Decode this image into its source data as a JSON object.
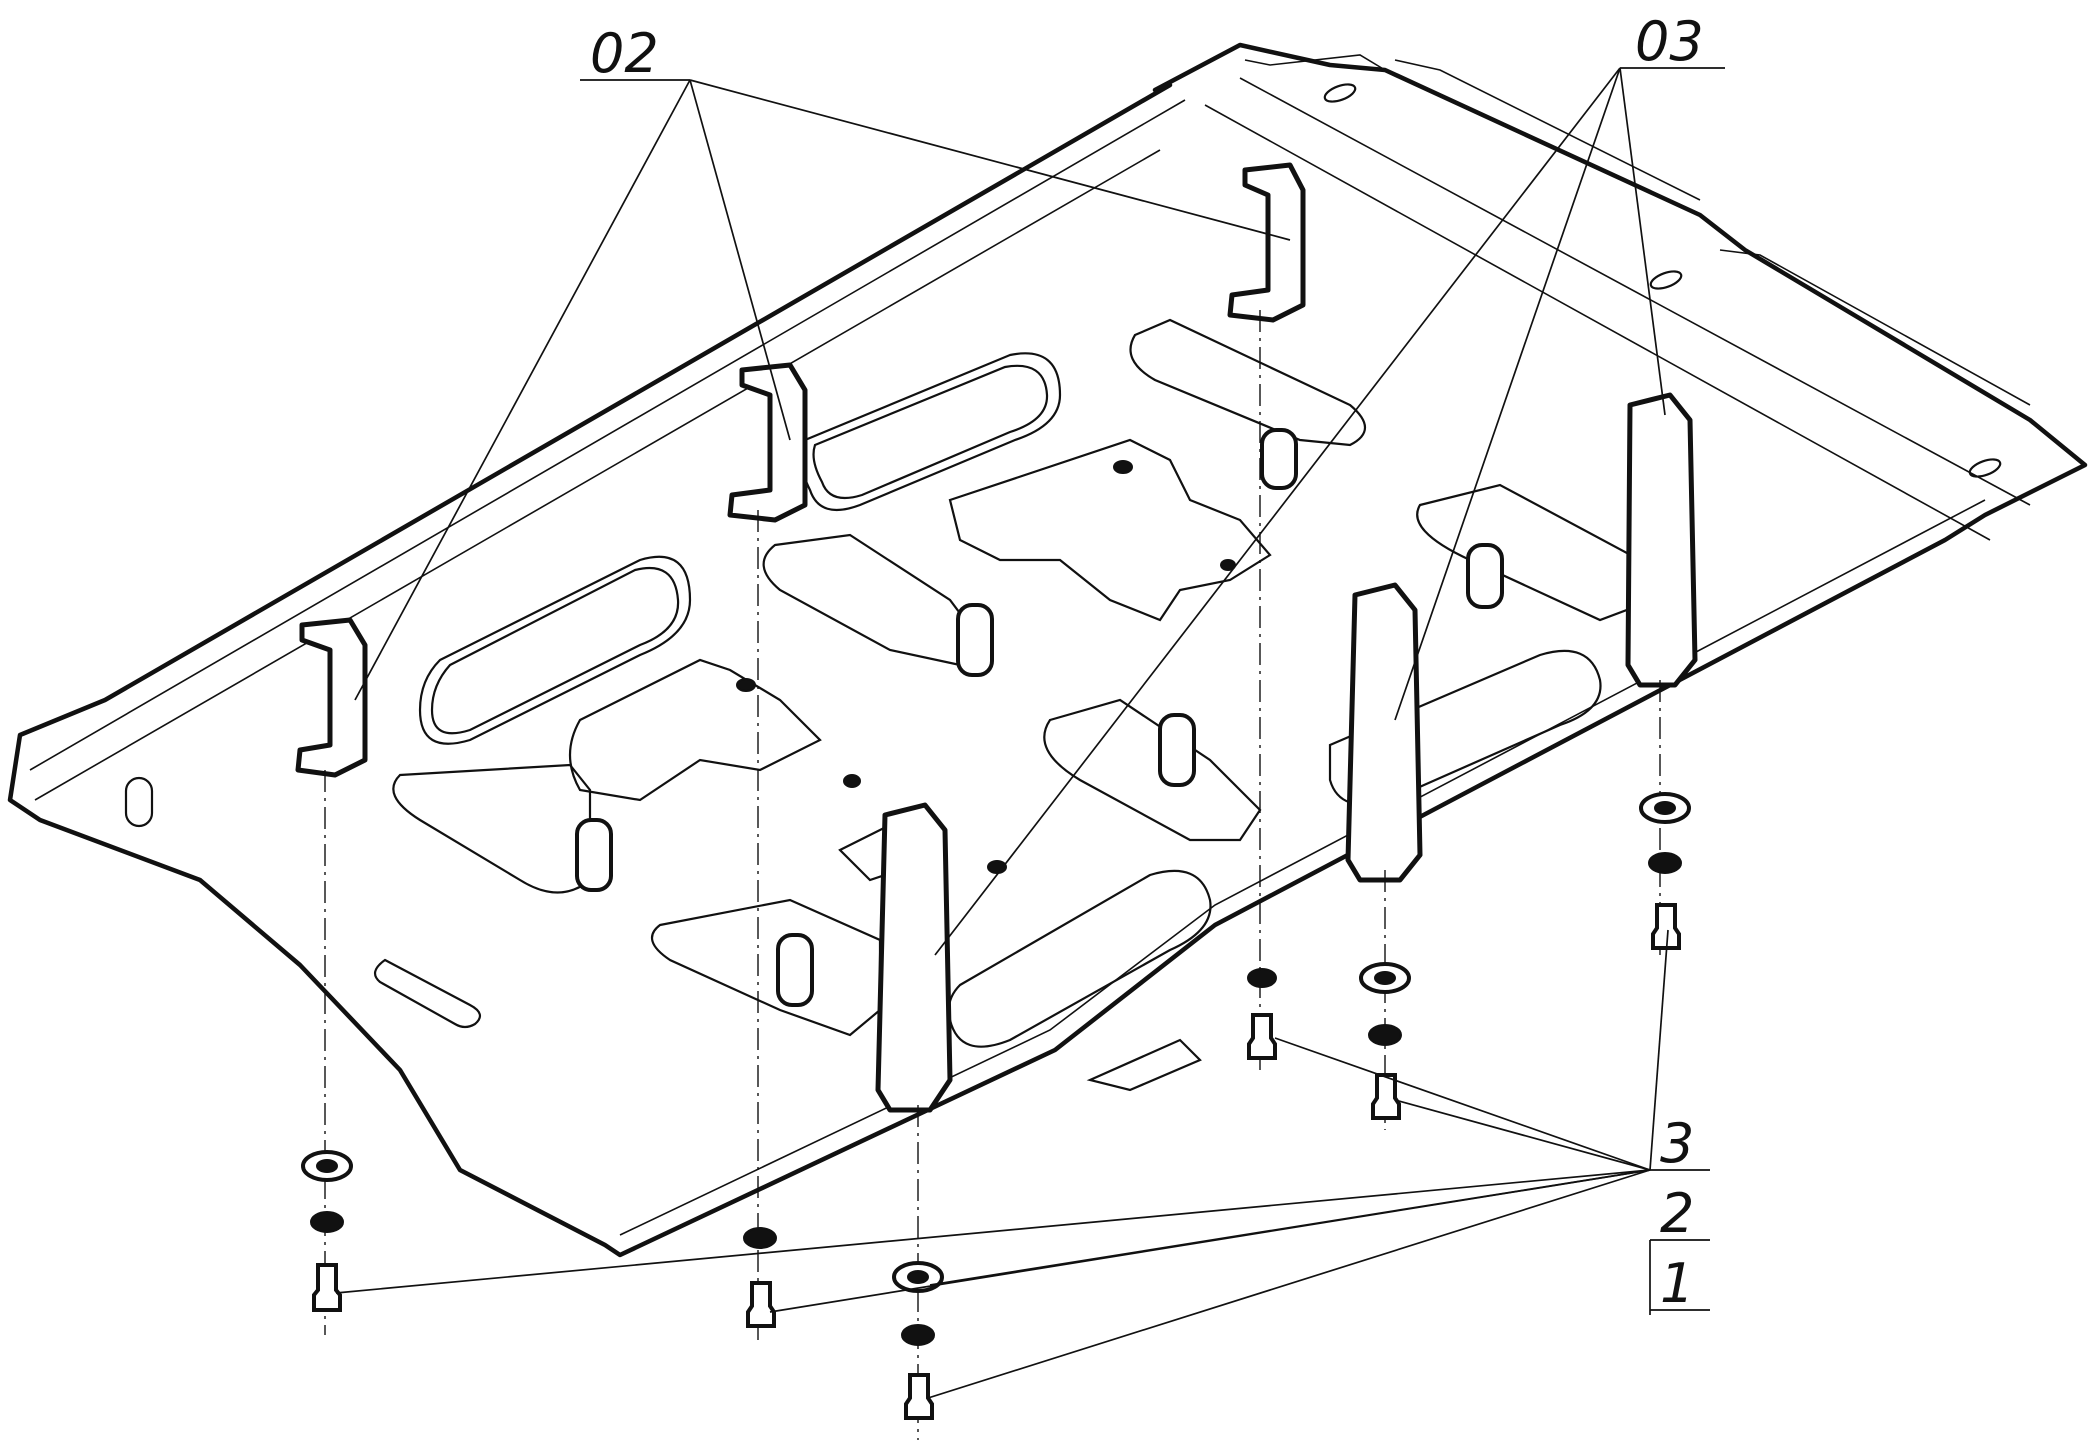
{
  "callouts": {
    "part_02": "02",
    "part_03": "03",
    "item_3": "3",
    "item_2": "2",
    "item_1": "1"
  },
  "colors": {
    "line": "#111111",
    "paper": "#ffffff"
  }
}
